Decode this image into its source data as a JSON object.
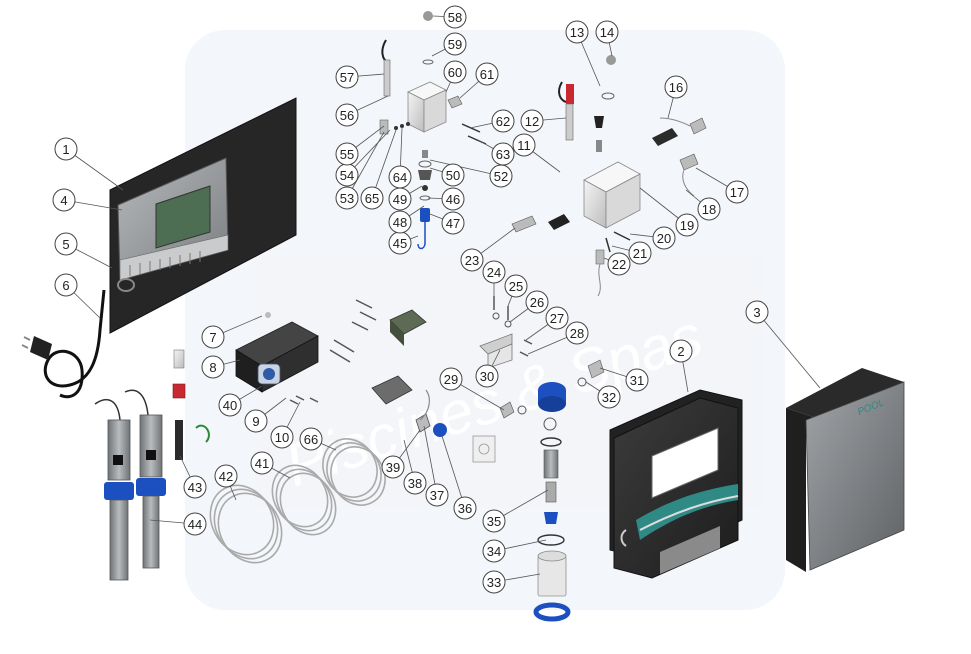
{
  "diagram": {
    "callouts": [
      "1",
      "2",
      "3",
      "4",
      "5",
      "6",
      "7",
      "8",
      "9",
      "10",
      "11",
      "12",
      "13",
      "14",
      "16",
      "17",
      "18",
      "19",
      "20",
      "21",
      "22",
      "23",
      "24",
      "25",
      "26",
      "27",
      "28",
      "29",
      "30",
      "31",
      "32",
      "33",
      "34",
      "35",
      "36",
      "37",
      "38",
      "39",
      "40",
      "41",
      "42",
      "43",
      "44",
      "45",
      "46",
      "47",
      "48",
      "49",
      "50",
      "52",
      "53",
      "54",
      "55",
      "56",
      "57",
      "58",
      "59",
      "60",
      "61",
      "62",
      "63",
      "64",
      "65",
      "66"
    ],
    "watermark": "Piscines & Spas",
    "cover_brand": "POOL",
    "colors": {
      "panel": "#2a2a2a",
      "controller": "#8e9193",
      "screen": "#5a7a58",
      "accent_blue": "#1c4fbf",
      "accent_red": "#c8282f",
      "teal": "#2f8a86",
      "housing": "#2e2e2e",
      "cover": "#7d8184"
    }
  }
}
